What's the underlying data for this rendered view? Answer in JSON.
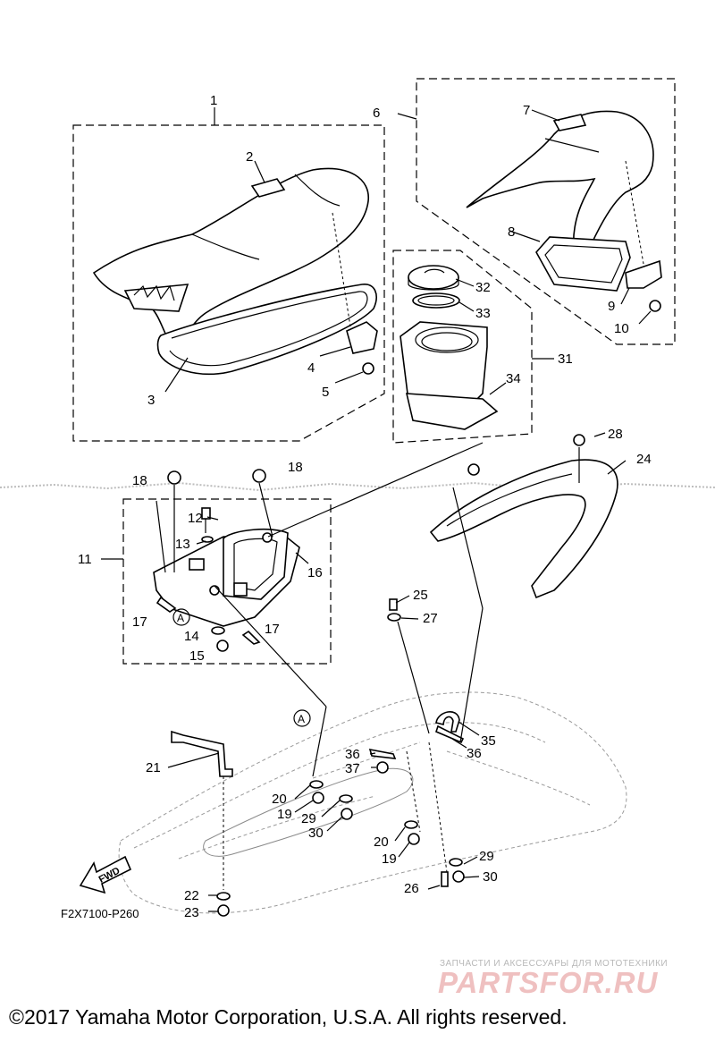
{
  "diagram": {
    "drawing_code": "F2X7100-P260",
    "fwd_label": "FWD",
    "ref_mark": "A",
    "callouts": [
      "1",
      "2",
      "3",
      "4",
      "5",
      "6",
      "7",
      "8",
      "9",
      "10",
      "11",
      "12",
      "13",
      "14",
      "15",
      "16",
      "17",
      "18",
      "19",
      "20",
      "21",
      "22",
      "23",
      "24",
      "25",
      "26",
      "27",
      "28",
      "29",
      "30",
      "31",
      "32",
      "33",
      "34",
      "35",
      "36",
      "37"
    ]
  },
  "footer": {
    "copyright": "©2017 Yamaha Motor Corporation, U.S.A. All rights reserved."
  },
  "watermark": {
    "tagline": "ЗАПЧАСТИ И АКСЕССУАРЫ ДЛЯ МОТОТЕХНИКИ",
    "logo": "PARTSFOR.RU"
  },
  "colors": {
    "line": "#000000",
    "watermark_logo": "#efc0c0",
    "watermark_text": "#b8b8b8"
  }
}
